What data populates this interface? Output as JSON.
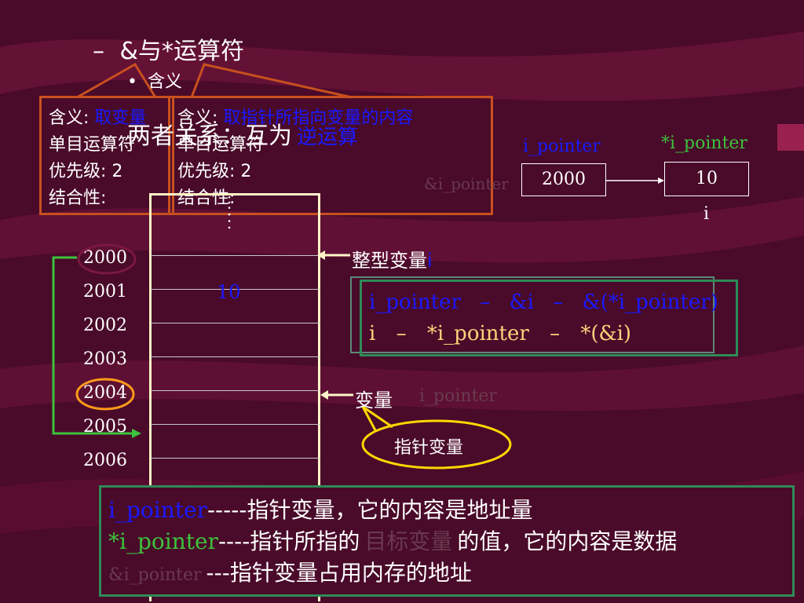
{
  "heading": {
    "dash": "–",
    "title": "&与*运算符",
    "bullet": "•",
    "subtitle": "含义"
  },
  "relation": {
    "text": "两者关系：互为",
    "highlight": "逆运算"
  },
  "callout_left": {
    "l1_label": "含义:",
    "l1_value": "取变量",
    "l2": "单目运算符",
    "l3": "优先级: 2",
    "l4": "结合性:"
  },
  "callout_right": {
    "l1_label": "含义:",
    "l1_value": "取指针所指向变量的内容",
    "l2": "单目运算符",
    "l3": "优先级: 2",
    "l4": "结合性:"
  },
  "pointer_diagram": {
    "ptr_label": "i_pointer",
    "ptr_value": "2000",
    "target_label": "*i_pointer",
    "target_value": "10",
    "target_name": "i",
    "ghost_label": "&i_pointer"
  },
  "memory": {
    "addresses": [
      "2000",
      "2001",
      "2002",
      "2003",
      "2004",
      "2005",
      "2006"
    ],
    "cell_value": "10",
    "dots": "…..."
  },
  "labels": {
    "int_var": "整型变量",
    "int_var_name": "i",
    "var": "变量",
    "var_ghost": "i_pointer",
    "pointer_var": "指针变量"
  },
  "equivalence": {
    "row1": [
      "i_pointer",
      "–",
      "&i",
      "–",
      "&(*i_pointer)"
    ],
    "row2": [
      "i",
      "–",
      "*i_pointer",
      "–",
      "*(&i)"
    ]
  },
  "bottom_box": {
    "line1_name": "i_pointer",
    "line1_text": "-----指针变量，它的内容是地址量",
    "line2_name": "*i_pointer",
    "line2_text_a": "----指针所指的",
    "line2_ghost": "目标变量",
    "line2_text_b": "的值，它的内容是数据",
    "line3_ghost": "&i_pointer",
    "line3_text": "---指针变量占用内存的地址"
  },
  "colors": {
    "background": "#4a0a2a",
    "blue_text": "#1a1aff",
    "green_text": "#3cc33c",
    "orange_border": "#c8501e",
    "green_border": "#2e8b57"
  }
}
